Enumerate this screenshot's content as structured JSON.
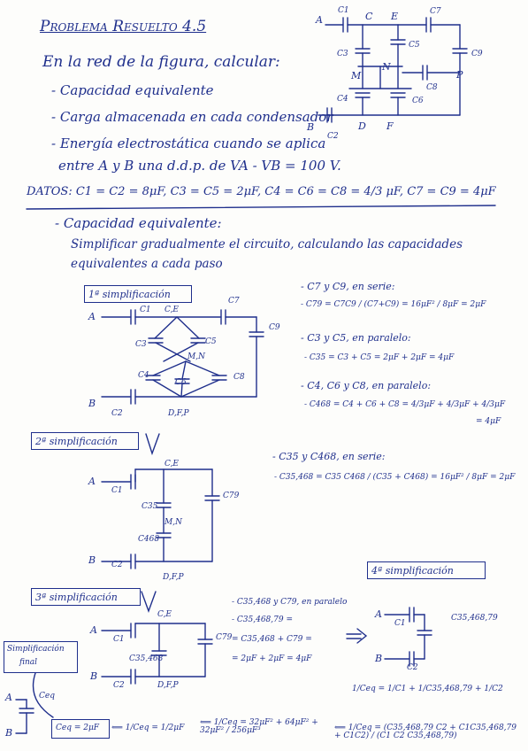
{
  "header": {
    "title": "Problema Resuelto 4.5",
    "intro": "En la red de la figura, calcular:",
    "bullets": [
      "- Capacidad equivalente",
      "- Carga almacenada en cada condensador",
      "- Energía electrostática cuando se aplica",
      "entre A y B una d.d.p. de VA - VB = 100 V."
    ]
  },
  "datos": "DATOS: C1 = C2 = 8μF, C3 = C5 = 2μF, C4 = C6 = C8 = 4/3 μF, C7 = C9 = 4μF",
  "section": {
    "heading": "- Capacidad equivalente:",
    "line1": "Simplificar gradualmente el circuito, calculando las capacidades",
    "line2": "equivalentes a cada paso"
  },
  "top_circuit": {
    "nodes": [
      "A",
      "C",
      "E",
      "M",
      "N",
      "P",
      "B",
      "D",
      "F"
    ],
    "caps": [
      "C1",
      "C2",
      "C3",
      "C4",
      "C5",
      "C6",
      "C7",
      "C8",
      "C9"
    ]
  },
  "simp1": {
    "label": "1ª simplificación",
    "nodes": [
      "A",
      "B",
      "C,E",
      "M,N",
      "D,F,P"
    ],
    "caps": [
      "C1",
      "C2",
      "C3",
      "C4",
      "C5",
      "C6",
      "C7",
      "C8",
      "C9"
    ]
  },
  "right1": {
    "a": "- C7 y C9, en serie:",
    "a_eq": "- C79 = C7C9 / (C7+C9) = 16μF² / 8μF = 2μF",
    "b": "- C3 y C5, en paralelo:",
    "b_eq": "- C35 = C3 + C5 = 2μF + 2μF = 4μF",
    "c": "- C4, C6 y C8, en paralelo:",
    "c_eq": "- C468 = C4 + C6 + C8 = 4/3μF + 4/3μF + 4/3μF",
    "c_eq2": "= 4μF"
  },
  "simp2": {
    "label": "2ª simplificación",
    "nodes": [
      "A",
      "B",
      "C,E",
      "M,N",
      "D,F,P"
    ],
    "caps": [
      "C1",
      "C2",
      "C35",
      "C468",
      "C79"
    ]
  },
  "right2": {
    "a": "- C35 y C468, en serie:",
    "a_eq": "- C35,468 = C35 C468 / (C35 + C468) = 16μF² / 8μF = 2μF"
  },
  "simp3": {
    "label": "3ª simplificación",
    "nodes": [
      "A",
      "B",
      "C,E",
      "D,F,P"
    ],
    "caps": [
      "C1",
      "C2",
      "C35,468",
      "C79"
    ]
  },
  "right3": {
    "a": "- C35,468 y C79, en paralelo",
    "b": "- C35,468,79 =",
    "c": "= C35,468 + C79 =",
    "d": "= 2μF + 2μF = 4μF"
  },
  "simp4": {
    "label": "4ª simplificación",
    "nodes": [
      "A",
      "B"
    ],
    "caps": [
      "C1",
      "C2",
      "C35,468,79"
    ]
  },
  "final": {
    "label_1": "Simplificación",
    "label_2": "final",
    "nodes": [
      "A",
      "B"
    ],
    "cap": "Ceq",
    "result": "Ceq = 2μF",
    "chain1": "⟸ 1/Ceq = 1/2μF",
    "chain2": "⟸ 1/Ceq = 32μF² + 64μF² + 32μF² / 256μF³",
    "chain3": "⟸ 1/Ceq = (C35,468,79 C2 + C1C35,468,79 + C1C2) / (C1 C2 C35,468,79)",
    "series": "1/Ceq = 1/C1 + 1/C35,468,79 + 1/C2"
  }
}
